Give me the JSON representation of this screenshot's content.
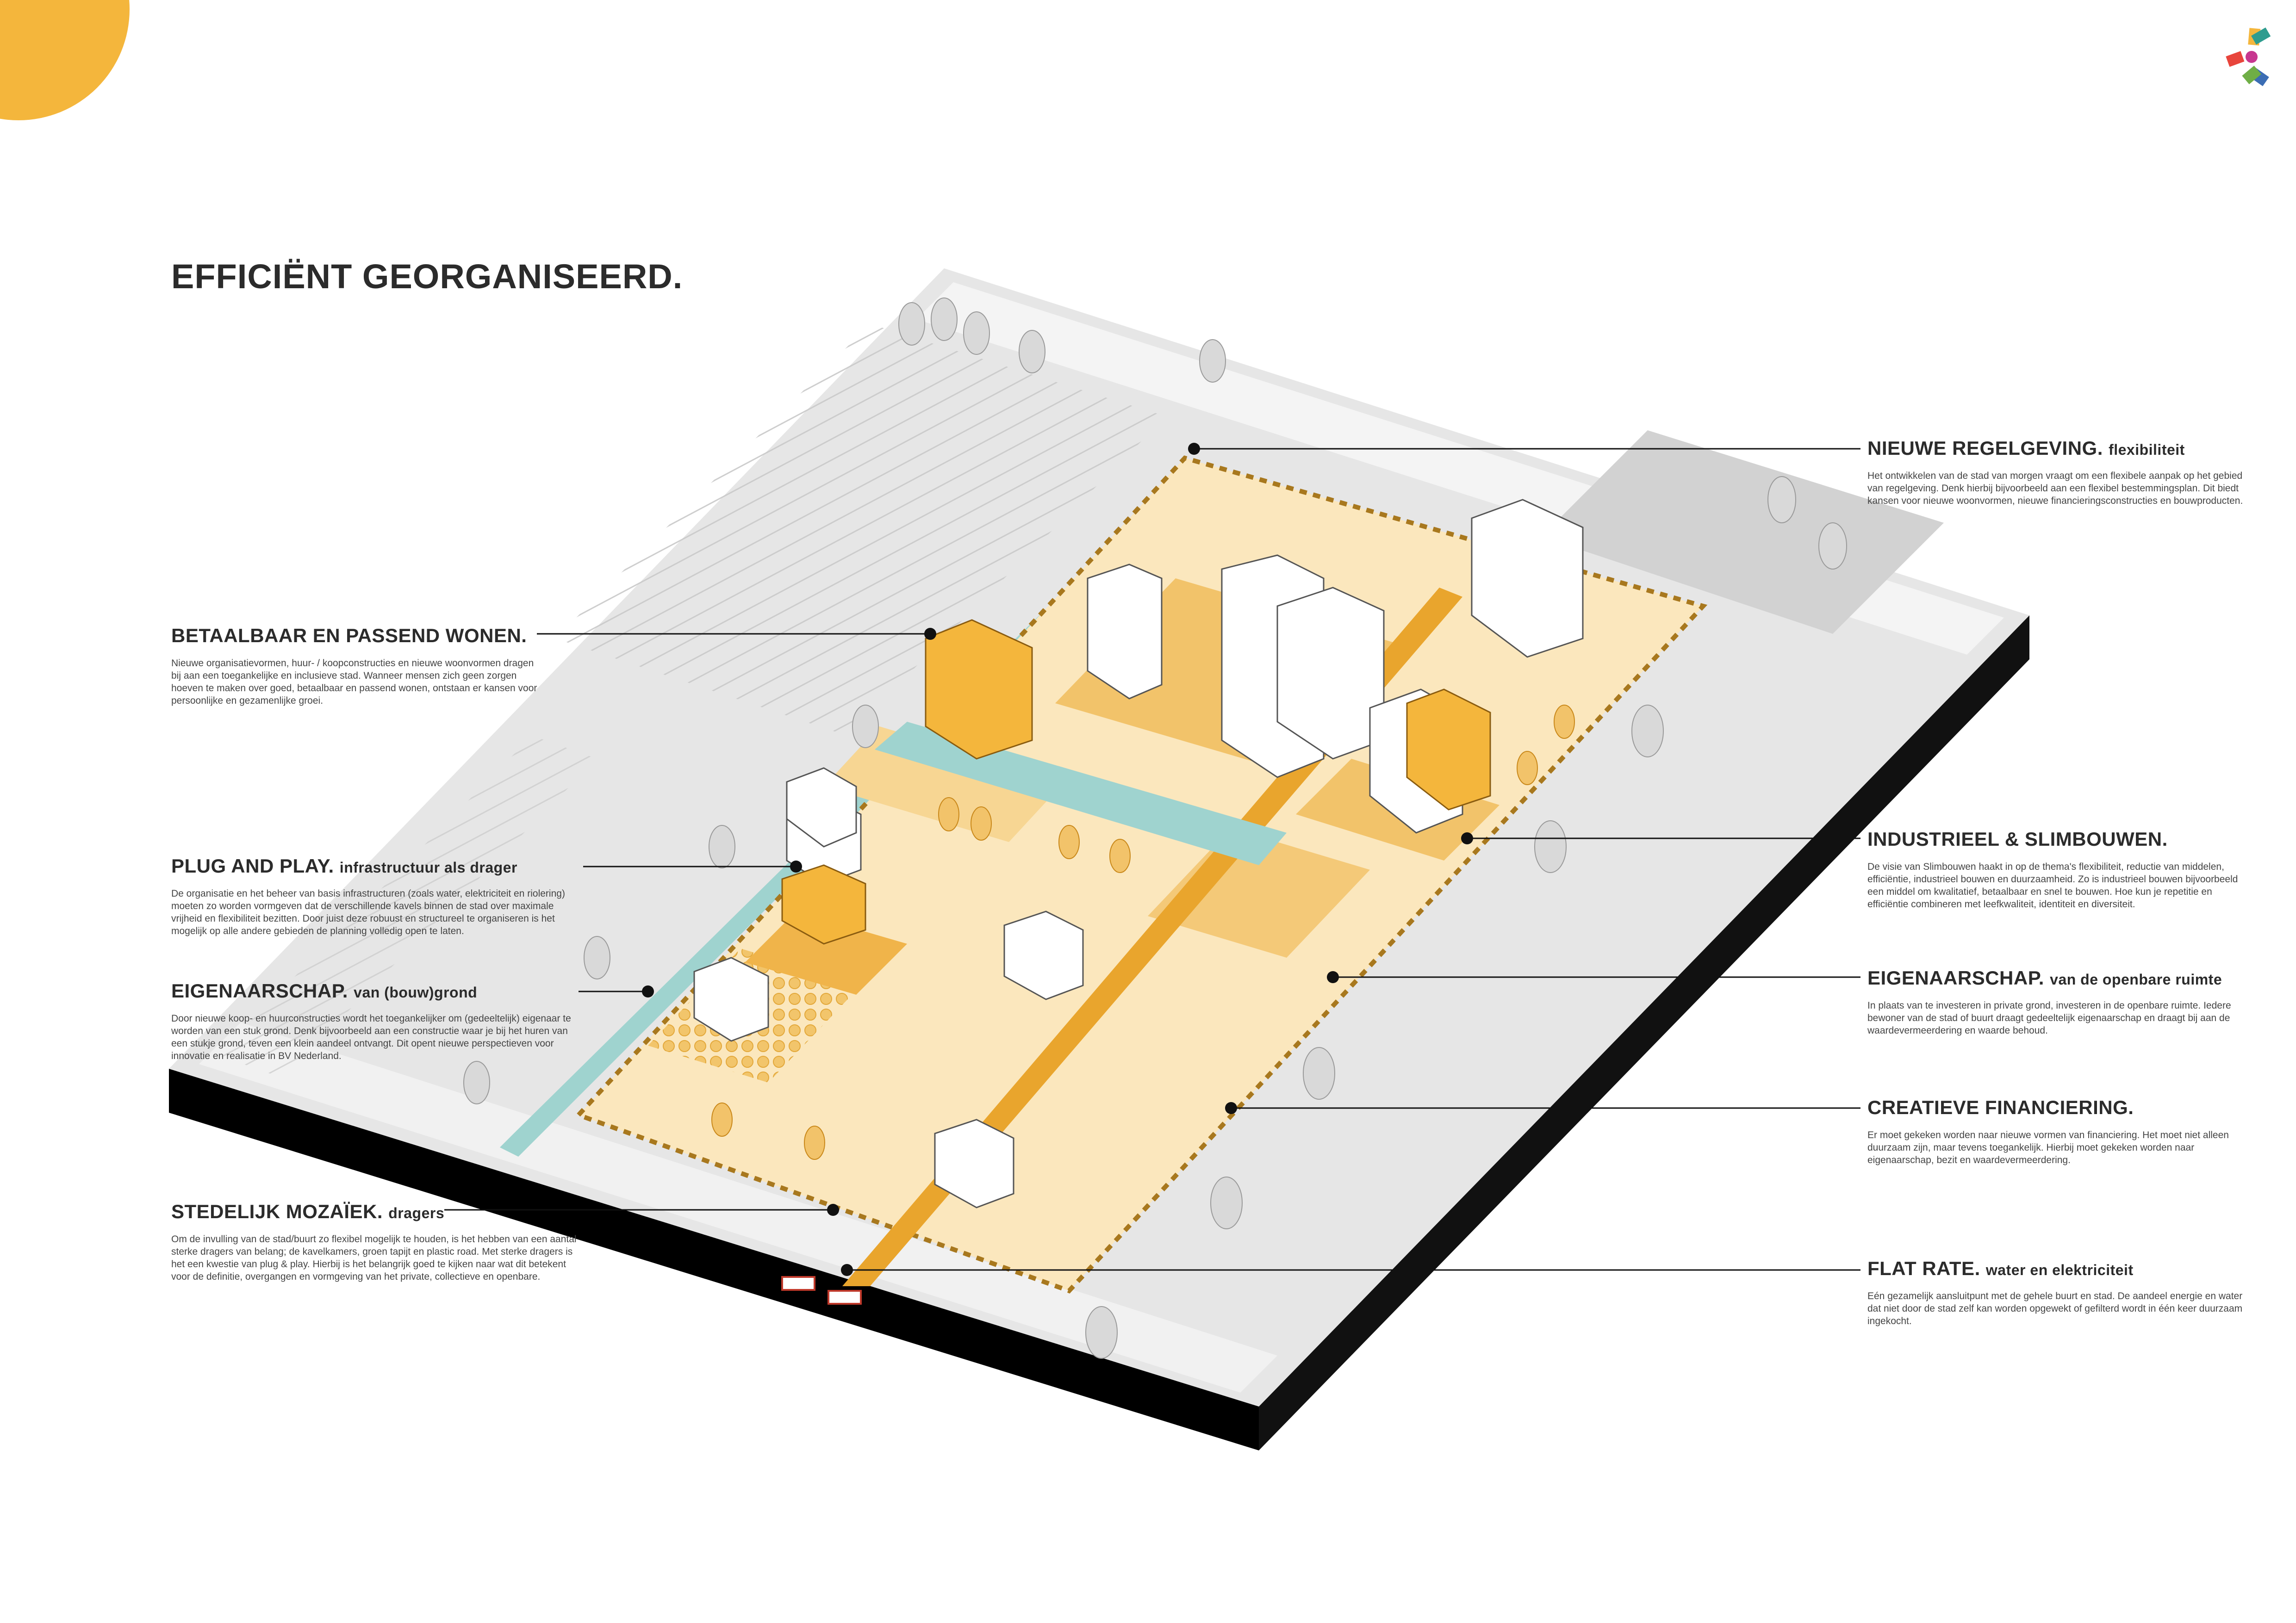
{
  "page": {
    "title": "EFFICIËNT GEORGANISEERD.",
    "accent_color": "#F4B63C",
    "orange_color": "#E9A52D",
    "water_color": "#9FD3CF"
  },
  "logo": {
    "icon": "pinwheel-logo-icon",
    "colors": [
      "#E8453C",
      "#F4B63C",
      "#2E9C8F",
      "#3B6DB4",
      "#C7378F",
      "#6FAE46"
    ]
  },
  "callouts_left": [
    {
      "title": "BETAALBAAR EN PASSEND WONEN.",
      "subtitle": "",
      "text": "Nieuwe organisatievormen, huur- / koopconstructies en nieuwe woonvormen dragen bij aan een toegankelijke en inclusieve stad. Wanneer mensen zich geen zorgen hoeven te maken over goed, betaalbaar en passend wonen, ontstaan er kansen voor persoonlijke en gezamenlijke groei."
    },
    {
      "title": "PLUG AND PLAY.",
      "subtitle": "infrastructuur als drager",
      "text": "De organisatie en het beheer van basis infrastructuren (zoals water, elektriciteit en riolering) moeten zo worden vormgeven dat de verschillende kavels binnen de stad over maximale vrijheid en flexibiliteit bezitten. Door juist deze robuust en structureel te organiseren is het mogelijk op alle andere gebieden de planning volledig open te laten."
    },
    {
      "title": "EIGENAARSCHAP.",
      "subtitle": "van (bouw)grond",
      "text": "Door nieuwe koop- en huurconstructies wordt het toegankelijker om (gedeeltelijk) eigenaar te worden van een stuk grond. Denk bijvoorbeeld aan een constructie waar je bij het huren van een stukje grond, teven een klein aandeel ontvangt. Dit opent nieuwe perspectieven voor innovatie en realisatie in BV Nederland."
    },
    {
      "title": "STEDELIJK MOZAÏEK.",
      "subtitle": "dragers",
      "text": "Om de invulling van de stad/buurt zo flexibel mogelijk te houden, is het hebben van een aantal sterke dragers van belang; de kavelkamers, groen tapijt en plastic road. Met sterke dragers is het een kwestie van plug & play. Hierbij is het belangrijk goed te kijken naar wat dit betekent voor de definitie, overgangen en vormgeving van het private, collectieve en openbare."
    }
  ],
  "callouts_right": [
    {
      "title": "NIEUWE REGELGEVING.",
      "subtitle": "flexibiliteit",
      "text": "Het ontwikkelen van de stad van morgen vraagt om een flexibele aanpak op het gebied van regelgeving. Denk hierbij bijvoorbeeld aan een flexibel bestemmingsplan. Dit biedt kansen voor nieuwe woonvormen, nieuwe financieringsconstructies en bouwproducten."
    },
    {
      "title": "INDUSTRIEEL & SLIMBOUWEN.",
      "subtitle": "",
      "text": "De visie van Slimbouwen haakt in op de thema's flexibiliteit, reductie van middelen, efficiëntie, industrieel bouwen en duurzaamheid. Zo is industrieel bouwen bijvoorbeeld een middel om kwalitatief, betaalbaar en snel te bouwen. Hoe kun je repetitie en efficiëntie combineren met leefkwaliteit, identiteit en diversiteit."
    },
    {
      "title": "EIGENAARSCHAP.",
      "subtitle": "van de openbare ruimte",
      "text": "In plaats van te investeren in private grond, investeren in de openbare ruimte. Iedere bewoner van de stad of buurt draagt gedeeltelijk eigenaarschap en draagt bij aan de waardevermeerdering en waarde behoud."
    },
    {
      "title": "CREATIEVE FINANCIERING.",
      "subtitle": "",
      "text": "Er moet gekeken worden naar nieuwe vormen van financiering. Het moet niet alleen duurzaam zijn, maar tevens toegankelijk. Hierbij moet gekeken worden naar eigenaarschap, bezit en waardevermeerdering."
    },
    {
      "title": "FLAT RATE.",
      "subtitle": "water en elektriciteit",
      "text": "Eén gezamelijk aansluitpunt met de gehele buurt en stad. De aandeel energie en water dat niet door de stad zelf kan worden opgewekt of gefilterd wordt in één keer duurzaam ingekocht."
    }
  ]
}
